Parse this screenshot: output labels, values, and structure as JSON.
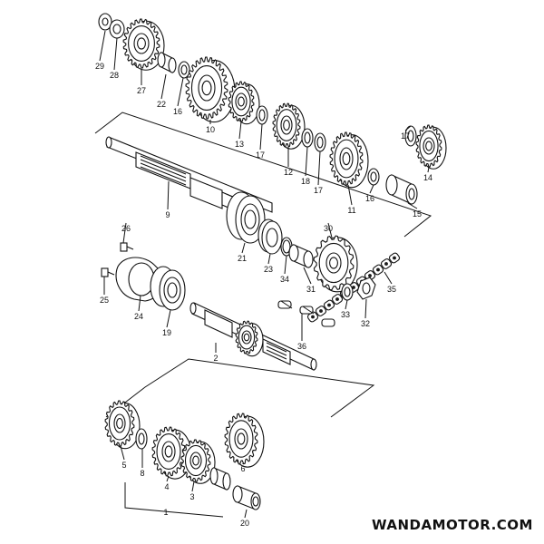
{
  "diagram": {
    "callouts": [
      {
        "id": "c29",
        "text": "29"
      },
      {
        "id": "c28",
        "text": "28"
      },
      {
        "id": "c27",
        "text": "27"
      },
      {
        "id": "c22",
        "text": "22"
      },
      {
        "id": "c16a",
        "text": "16"
      },
      {
        "id": "c10",
        "text": "10"
      },
      {
        "id": "c13",
        "text": "13"
      },
      {
        "id": "c17a",
        "text": "17"
      },
      {
        "id": "c12",
        "text": "12"
      },
      {
        "id": "c18a",
        "text": "18"
      },
      {
        "id": "c17b",
        "text": "17"
      },
      {
        "id": "c11",
        "text": "11"
      },
      {
        "id": "c16b",
        "text": "16"
      },
      {
        "id": "c15",
        "text": "15"
      },
      {
        "id": "c17c",
        "text": "17"
      },
      {
        "id": "c14",
        "text": "14"
      },
      {
        "id": "c9",
        "text": "9"
      },
      {
        "id": "c30",
        "text": "30"
      },
      {
        "id": "c26",
        "text": "26"
      },
      {
        "id": "c21",
        "text": "21"
      },
      {
        "id": "c23",
        "text": "23"
      },
      {
        "id": "c34",
        "text": "34"
      },
      {
        "id": "c31",
        "text": "31"
      },
      {
        "id": "c35",
        "text": "35"
      },
      {
        "id": "c25",
        "text": "25"
      },
      {
        "id": "c24",
        "text": "24"
      },
      {
        "id": "c19",
        "text": "19"
      },
      {
        "id": "c33",
        "text": "33"
      },
      {
        "id": "c32",
        "text": "32"
      },
      {
        "id": "c36",
        "text": "36"
      },
      {
        "id": "c2",
        "text": "2"
      },
      {
        "id": "c5",
        "text": "5"
      },
      {
        "id": "c8",
        "text": "8"
      },
      {
        "id": "c4",
        "text": "4"
      },
      {
        "id": "c3",
        "text": "3"
      },
      {
        "id": "c6",
        "text": "6"
      },
      {
        "id": "c1",
        "text": "1"
      },
      {
        "id": "c20",
        "text": "20"
      }
    ]
  },
  "watermark": {
    "text": "WANDAMOTOR.COM"
  }
}
